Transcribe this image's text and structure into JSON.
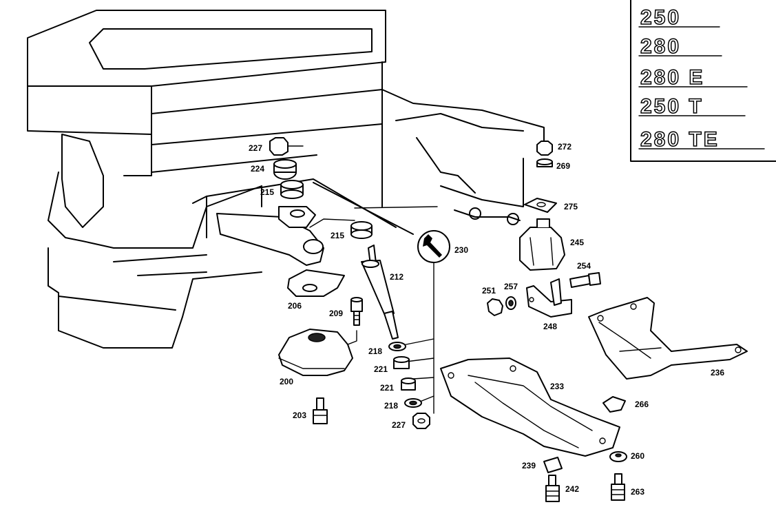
{
  "model_badges": [
    "250",
    "280",
    "280 E",
    "250 T",
    "280 TE"
  ],
  "part_labels": {
    "p227a": "227",
    "p224": "224",
    "p215a": "215",
    "p215b": "215",
    "p206": "206",
    "p209": "209",
    "p212": "212",
    "p230": "230",
    "p200": "200",
    "p203": "203",
    "p218a": "218",
    "p221a": "221",
    "p221b": "221",
    "p218b": "218",
    "p227b": "227",
    "p272": "272",
    "p269": "269",
    "p275": "275",
    "p245": "245",
    "p254": "254",
    "p251": "251",
    "p257": "257",
    "p248": "248",
    "p233": "233",
    "p236": "236",
    "p266": "266",
    "p239": "239",
    "p260": "260",
    "p242": "242",
    "p263": "263"
  }
}
